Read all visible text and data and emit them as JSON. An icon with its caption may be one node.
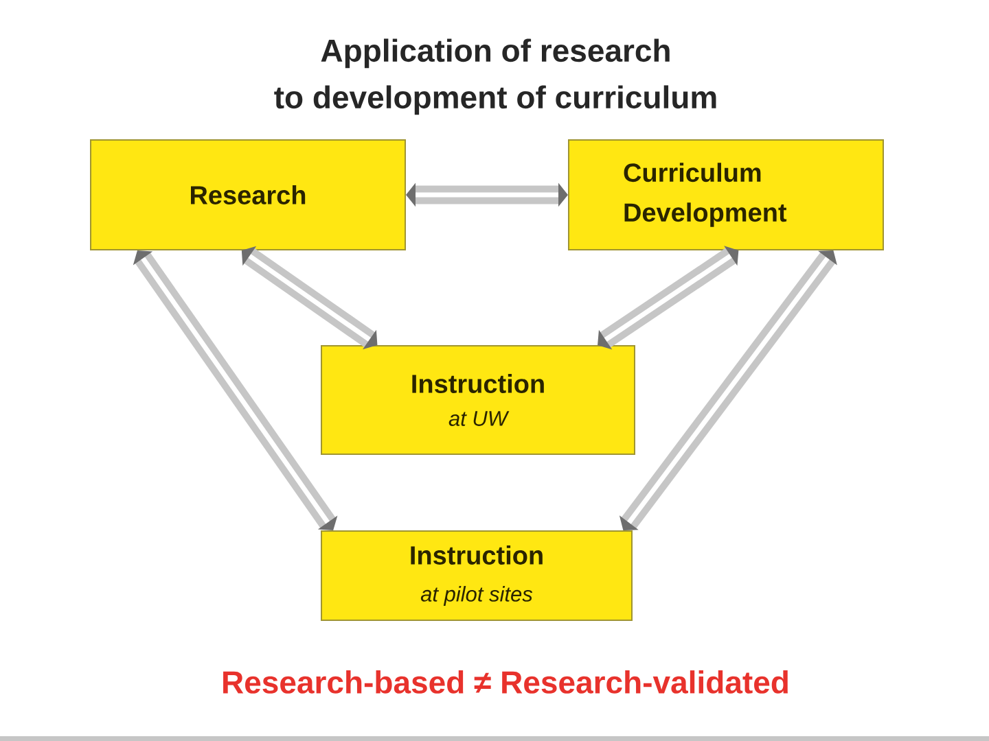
{
  "diagram": {
    "title": "Application of research to development of curriculum",
    "nodes": [
      {
        "text": [
          "Research"
        ]
      },
      {
        "text": [
          "Curriculum Development"
        ]
      },
      {
        "text": [
          "Instruction",
          "at UW"
        ]
      },
      {
        "text": [
          "Instruction",
          "at pilot sites"
        ]
      }
    ],
    "edges": [
      {
        "from": 0,
        "to": 1,
        "arrow": "both"
      },
      {
        "from": 0,
        "to": 2,
        "arrow": "both"
      },
      {
        "from": 1,
        "to": 2,
        "arrow": "both"
      },
      {
        "from": 0,
        "to": 3,
        "arrow": "both"
      },
      {
        "from": 1,
        "to": 3,
        "arrow": "both"
      }
    ],
    "labels": [
      "Research-based ≠ Research-validated"
    ]
  }
}
